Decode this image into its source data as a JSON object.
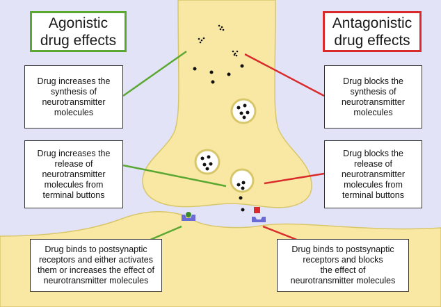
{
  "titles": {
    "agonistic": "Agonistic\ndrug effects",
    "antagonistic": "Antagonistic\ndrug effects"
  },
  "agonist_boxes": {
    "synthesis": "Drug increases the\nsynthesis of\nneurotransmitter\nmolecules",
    "release": "Drug increases the\nrelease of\nneurotransmitter\nmolecules from\nterminal buttons",
    "receptor": "Drug binds to postsynaptic\nreceptors and either activates\nthem or increases the effect of\nneurotransmitter molecules"
  },
  "antagonist_boxes": {
    "synthesis": "Drug blocks the\nsynthesis of\nneurotransmitter\nmolecules",
    "release": "Drug blocks the\nrelease of\nneurotransmitter\nmolecules from\nterminal buttons",
    "receptor": "Drug binds to postsynaptic\nreceptors and blocks\nthe effect of\nneurotransmitter molecules"
  },
  "colors": {
    "background": "#e3e3f7",
    "neuron_fill": "#f9e8a3",
    "neuron_outline": "#d8c66a",
    "agonist": "#5aa832",
    "antagonist": "#d92b2b",
    "receptor": "#6b6bd6"
  }
}
